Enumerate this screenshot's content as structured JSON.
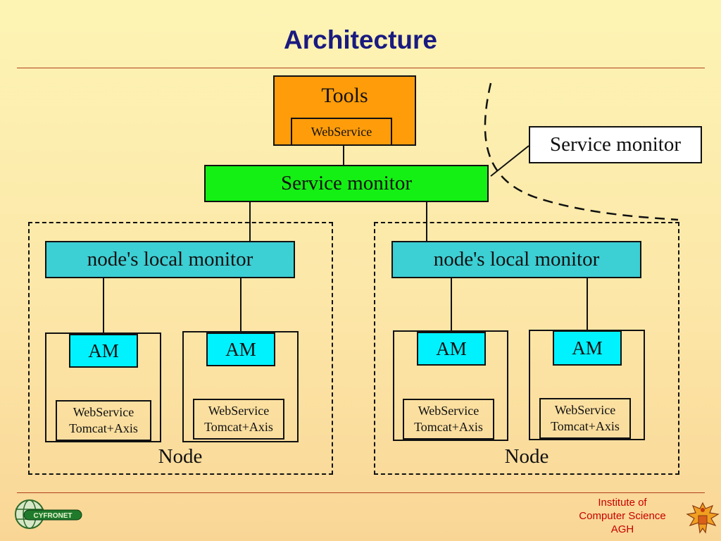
{
  "title": "Architecture",
  "tools": {
    "label": "Tools",
    "webservice": "WebService"
  },
  "service_monitor": {
    "label": "Service monitor",
    "callout": "Service monitor"
  },
  "nodes": [
    {
      "local_monitor": "node's local monitor",
      "label": "Node",
      "ams": [
        {
          "label": "AM",
          "ws_line1": "WebService",
          "ws_line2": "Tomcat+Axis"
        },
        {
          "label": "AM",
          "ws_line1": "WebService",
          "ws_line2": "Tomcat+Axis"
        }
      ]
    },
    {
      "local_monitor": "node's local monitor",
      "label": "Node",
      "ams": [
        {
          "label": "AM",
          "ws_line1": "WebService",
          "ws_line2": "Tomcat+Axis"
        },
        {
          "label": "AM",
          "ws_line1": "WebService",
          "ws_line2": "Tomcat+Axis"
        }
      ]
    }
  ],
  "footer": {
    "institute_line1": "Institute of",
    "institute_line2": "Computer Science",
    "institute_line3": "AGH",
    "logo_text": "CYFRONET"
  },
  "colors": {
    "tools": "#ff9c0a",
    "service_monitor": "#14f014",
    "local_monitor": "#3ccfd4",
    "am": "#00f2ff",
    "title": "#1a1a80",
    "footer_text": "#c80000"
  }
}
